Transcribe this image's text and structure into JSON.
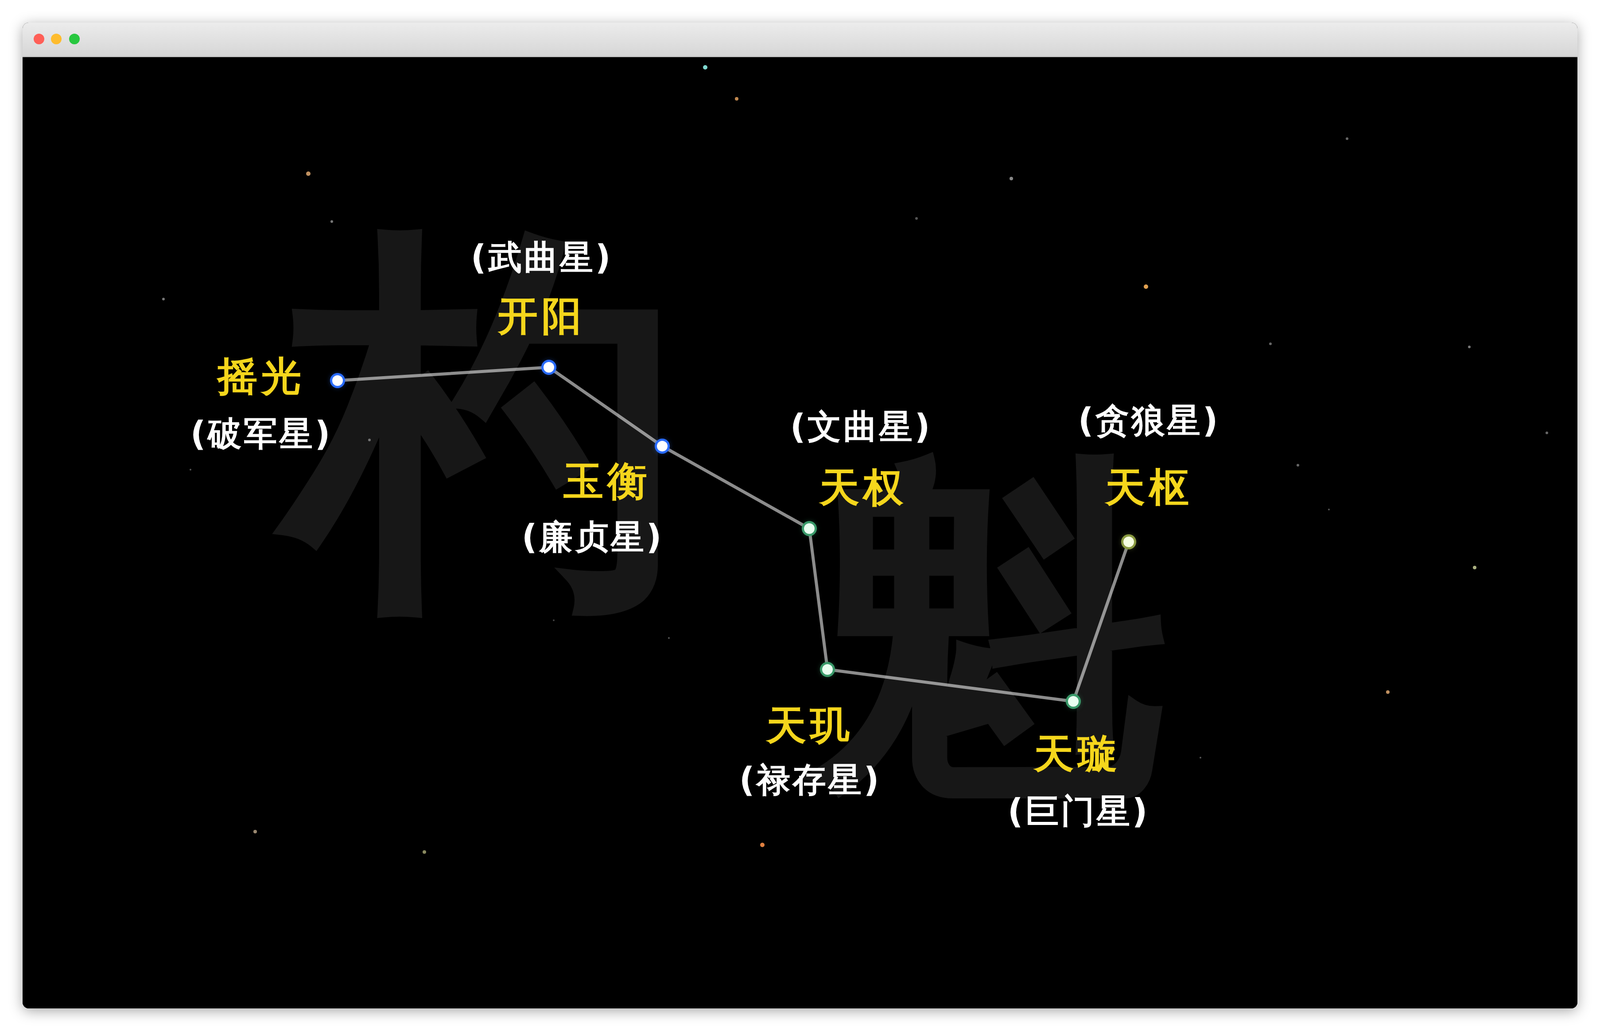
{
  "diagram": {
    "nodes": [
      {
        "text": [
          "摇光",
          "(破军星)"
        ]
      },
      {
        "text": [
          "(武曲星)",
          "开阳"
        ]
      },
      {
        "text": [
          "玉衡",
          "(廉贞星)"
        ]
      },
      {
        "text": [
          "(文曲星)",
          "天权"
        ]
      },
      {
        "text": [
          "天玑",
          "(禄存星)"
        ]
      },
      {
        "text": [
          "天璇",
          "(巨门星)"
        ]
      },
      {
        "text": [
          "(贪狼星)",
          "天枢"
        ]
      }
    ],
    "edges": [
      {
        "from": 0,
        "to": 1,
        "arrow": "none"
      },
      {
        "from": 1,
        "to": 2,
        "arrow": "none"
      },
      {
        "from": 2,
        "to": 3,
        "arrow": "none"
      },
      {
        "from": 3,
        "to": 4,
        "arrow": "none"
      },
      {
        "from": 4,
        "to": 5,
        "arrow": "none"
      },
      {
        "from": 5,
        "to": 6,
        "arrow": "none"
      }
    ],
    "labels": [
      "杓",
      "魁"
    ]
  }
}
